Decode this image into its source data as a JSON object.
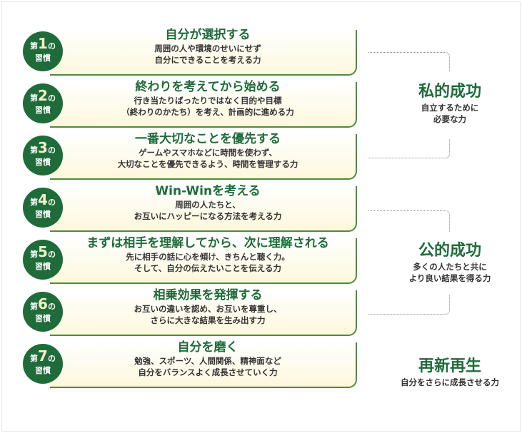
{
  "habits": [
    {
      "prefix": "第",
      "num": "1",
      "suffix": "の",
      "label": "習慣",
      "title": "自分が選択する",
      "lines": [
        "周囲の人や環境のせいにせず",
        "自分にできることを考える力"
      ]
    },
    {
      "prefix": "第",
      "num": "2",
      "suffix": "の",
      "label": "習慣",
      "title": "終わりを考えてから始める",
      "lines": [
        "行き当たりばったりではなく目的や目標",
        "（終わりのかたち）を考え、計画的に進める力"
      ]
    },
    {
      "prefix": "第",
      "num": "3",
      "suffix": "の",
      "label": "習慣",
      "title": "一番大切なことを優先する",
      "lines": [
        "ゲームやスマホなどに時間を使わず、",
        "大切なことを優先できるよう、時間を管理する力"
      ]
    },
    {
      "prefix": "第",
      "num": "4",
      "suffix": "の",
      "label": "習慣",
      "title": "Win-Winを考える",
      "lines": [
        "周囲の人たちと、",
        "お互いにハッピーになる方法を考える力"
      ]
    },
    {
      "prefix": "第",
      "num": "5",
      "suffix": "の",
      "label": "習慣",
      "title": "まずは相手を理解してから、次に理解される",
      "lines": [
        "先に相手の話に心を傾け、きちんと聴く力。",
        "そして、自分の伝えたいことを伝える力"
      ]
    },
    {
      "prefix": "第",
      "num": "6",
      "suffix": "の",
      "label": "習慣",
      "title": "相乗効果を発揮する",
      "lines": [
        "お互いの違いを認め、お互いを尊重し、",
        "さらに大きな結果を生み出す力"
      ]
    },
    {
      "prefix": "第",
      "num": "7",
      "suffix": "の",
      "label": "習慣",
      "title": "自分を磨く",
      "lines": [
        "勉強、スポーツ、人間関係、精神面など",
        "自分をバランスよく成長させていく力"
      ]
    }
  ],
  "groups": [
    {
      "title": "私的成功",
      "lines": [
        "自立するために",
        "必要な力"
      ]
    },
    {
      "title": "公的成功",
      "lines": [
        "多くの人たちと共に",
        "より良い結果を得る力"
      ]
    },
    {
      "title": "再新再生",
      "lines": [
        "自分をさらに成長させる力"
      ]
    }
  ]
}
